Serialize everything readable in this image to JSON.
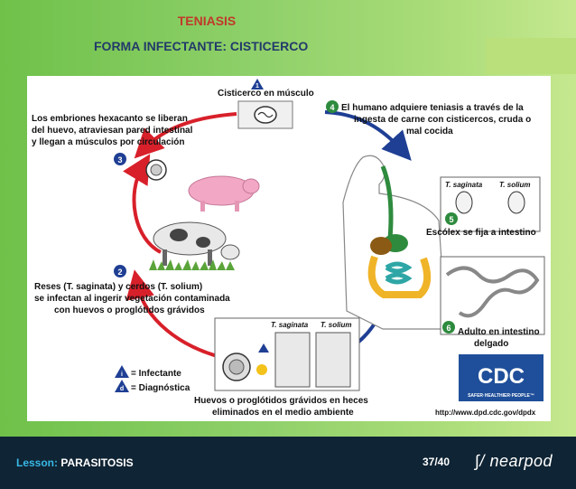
{
  "slide": {
    "title": "TENIASIS",
    "subtitle": "FORMA INFECTANTE:  CISTICERCO",
    "colors": {
      "title": "#c0392b",
      "subtitle": "#233a6a",
      "background": "#8fd06a",
      "footer": "#0f2434",
      "lesson_key": "#39b8e6"
    }
  },
  "figure": {
    "stage1": {
      "num": "1",
      "label": "Cisticerco en músculo"
    },
    "stage2": {
      "num": "2",
      "line1": "Reses (T. saginata) y cerdos (T. solium)",
      "line2": "se infectan al ingerir vegetación contaminada",
      "line3": "con huevos o proglótidos grávidos"
    },
    "stage3": {
      "num": "3",
      "line1": "Los embriones hexacanto se liberan",
      "line2": "del huevo, atraviesan pared intestinal",
      "line3": "y llegan a músculos por circulación"
    },
    "stage4": {
      "num": "4",
      "line1": "El humano adquiere teniasis a través de la",
      "line2": "ingesta de carne con cisticercos, cruda o",
      "line3": "mal cocida"
    },
    "stage5": {
      "num": "5",
      "label": "Escólex se fija a intestino",
      "sp1": "T. saginata",
      "sp2": "T. solium"
    },
    "stage6": {
      "num": "6",
      "line1": "Adulto en intestino",
      "line2": "delgado"
    },
    "eggs": {
      "sp1": "T. saginata",
      "sp2": "T. solium",
      "line1": "Huevos o proglótidos grávidos en heces",
      "line2": "eliminados en el medio ambiente"
    },
    "legend": {
      "infective_symbol": "i",
      "infective": "= Infectante",
      "diagnostic_symbol": "d",
      "diagnostic": "= Diagnóstica"
    },
    "cdc": {
      "logo": "CDC",
      "tagline": "SAFER·HEALTHIER·PEOPLE™",
      "url": "http://www.dpd.cdc.gov/dpdx"
    }
  },
  "footer": {
    "lesson_label": "Lesson:",
    "lesson_name": "PARASITOSIS",
    "page": "37/40",
    "brand": "nearpod",
    "brand_icon": "nearpod-logo-icon"
  }
}
